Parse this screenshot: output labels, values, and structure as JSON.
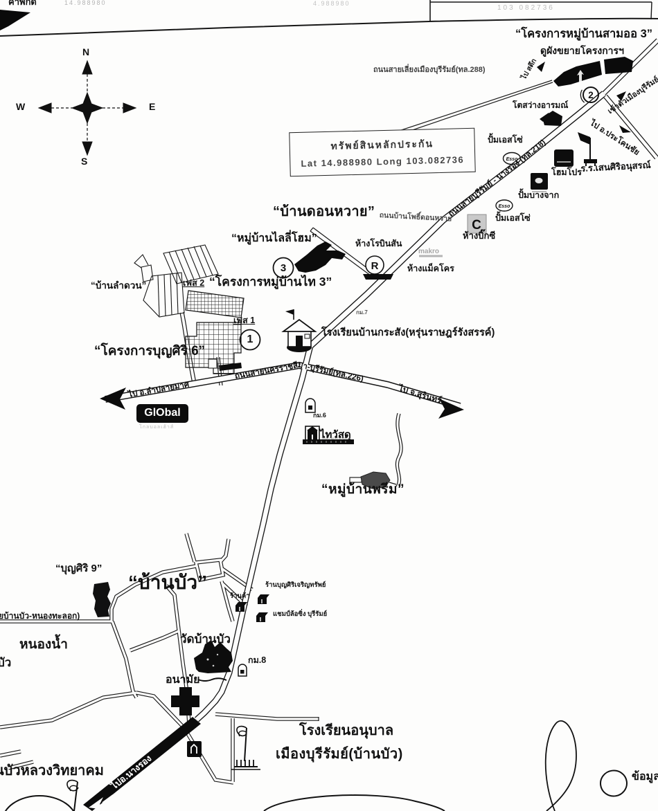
{
  "colors": {
    "ink": "#111111",
    "paper": "#fdfdfc",
    "site_gray": "#4a4a4a"
  },
  "header": {
    "coord_label": "ค่าพิกัด",
    "cell1_faint": "14.988980",
    "cell2_faint": "4.988980",
    "cell3_faint": "103 082736"
  },
  "compass": {
    "north": "N",
    "east": "E",
    "south": "S",
    "west": "W"
  },
  "collateral_box": {
    "line1": "ทรัพย์สินหลักประกัน",
    "line2": "Lat 14.988980  Long 103.082736"
  },
  "project": {
    "title": "“โครงการหมู่บ้านสามออ 3”",
    "subtitle": "ดูผังขยายโครงการฯ",
    "marker_1": "1",
    "marker_2": "2",
    "marker_3": "3"
  },
  "roads": {
    "bypass": "ถนนสายเลี่ยงเมืองบุรีรัมย์(ทล.288)",
    "rd218": "ถนนสายบุรีรัมย์ - นางรอง (ทล.218)",
    "rd226": "ถนนสายนครราชสีมา-บุรีรัมย์(ทล.226)",
    "to_lamplaimat": "ไป อ.ลำปลายมาศ",
    "to_surin": "ไป จ.สุรินทร์",
    "to_city": "เข้าตัวเมืองบุรีรัมย์",
    "to_prakhonchai": "ไป อ.ประโคนชัย",
    "to_satuek": "ไป สตึก",
    "to_nangrong": "ไปอ.นางรอง",
    "donwai_road": "ถนนบ้านโพธิ์ดอนหวาย",
    "banbua_road": "ยบ้านบัว-หนองทะลอก)"
  },
  "places": {
    "sawang_arom": "โตสว่างอารมณ์",
    "esso1": "ปั้มเอสโซ่",
    "esso2": "ปั้มเอสโซ่",
    "homepro": "โฮมโปร",
    "sensiri_school": "ร.ร.เสนศิริอนุสรณ์",
    "bangchak": "ปั้มบางจาก",
    "bigc": "ห้างบิ๊กซี",
    "donwai": "“บ้านดอนหวาย”",
    "laily_home": "“หมู่บ้านไลลี่โฮม”",
    "robinson": "ห้างโรบินสัน",
    "makro": "ห้างแม็คโคร",
    "lamduan": "“บ้านลำดวน”",
    "phase2": "เฟส 2",
    "thai3": "“โครงการหมู่บ้านไท 3”",
    "phase1": "เฟส 1",
    "boonsiri6": "“โครงการบุญศิริ 6”",
    "krasang_school": "โรงเรียนบ้านกระสัง(หรุ่นราษฎร์รังสรรค์)",
    "prim": "“หมู่บ้านพรีม”",
    "boonsiri9": "“บุญศิริ 9”",
    "banbua": "“บ้านบัว”",
    "nongnam": "หนองน้ำ",
    "bua": "บัว",
    "wat_banbua": "วัดบ้านบัว",
    "anamai": "อนามัย",
    "rankha": "ร้านค้า",
    "ran_boonsiri": "ร้านบุญศิริเจริญทรัพย์",
    "champ_lor": "แชมป์ล้อซิ่ง บุรีรัมย์",
    "anuban_line1": "โรงเรียนอนุบาล",
    "anuban_line2": "เมืองบุรีรัมย์(บ้านบัว)",
    "bualuang": "นบัวหลวงวิทยาคม"
  },
  "km_markers": {
    "km6": "กม.6",
    "km7": "กม.7",
    "km8": "กม.8"
  },
  "logos": {
    "esso_text": "Esso",
    "robinson_letter": "R",
    "bigc_letter": "C",
    "makro_text": "makro",
    "global_text": "GlObal",
    "global_sub": "โกลบอลเฮ้าส์",
    "thaiwatsadu_text": "ไทวัสดุ",
    "thaiwatsadu_sub": "THAI WATSADU"
  },
  "legend": {
    "text": "ข้อมูล"
  }
}
